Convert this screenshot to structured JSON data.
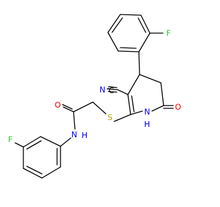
{
  "molecule": {
    "atoms": {
      "cn_n": {
        "text": "N",
        "color": "#0000ff"
      },
      "cn_c": {
        "text": "C",
        "color": "#000000"
      },
      "f_top": {
        "text": "F",
        "color": "#33cc33"
      },
      "o_ring": {
        "text": "O",
        "color": "#ff0000"
      },
      "nh_ring": {
        "text": "N",
        "color": "#0000ff"
      },
      "h_ring": {
        "text": "H",
        "color": "#0000ff"
      },
      "s": {
        "text": "S",
        "color": "#b8a000"
      },
      "o_amide": {
        "text": "O",
        "color": "#ff0000"
      },
      "n_amide": {
        "text": "N",
        "color": "#0000ff"
      },
      "h_amide": {
        "text": "H",
        "color": "#0000ff"
      },
      "f_bottom": {
        "text": "F",
        "color": "#33cc33"
      }
    }
  }
}
